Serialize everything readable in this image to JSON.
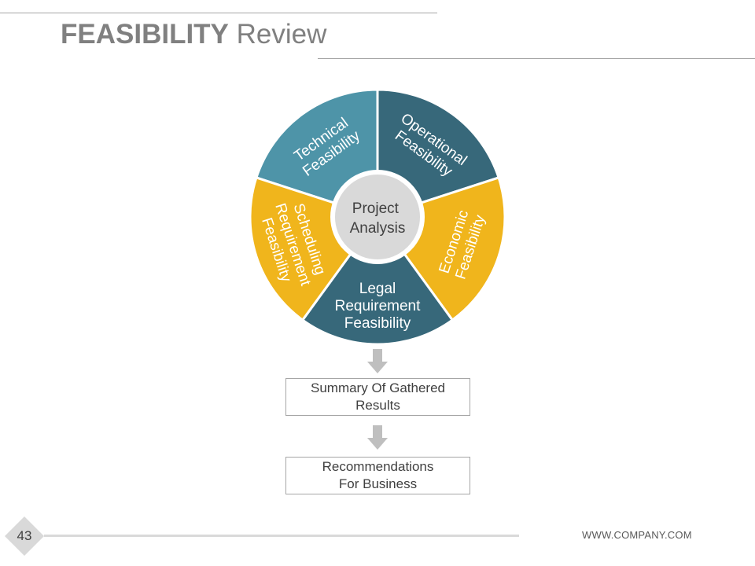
{
  "title": {
    "bold": "FEASIBILITY",
    "light": "Review"
  },
  "colors": {
    "teal_light": "#4e94a8",
    "teal_dark": "#37687a",
    "yellow": "#f0b51c",
    "hub": "#d9d9d9",
    "arrow": "#bfbfbf",
    "rule": "#a6a6a6"
  },
  "wheel": {
    "hub_lines": [
      "Project",
      "Analysis"
    ],
    "segments": [
      {
        "lines": [
          "Technical",
          "Feasibility"
        ],
        "color": "#4e94a8"
      },
      {
        "lines": [
          "Operational",
          "Feasibility"
        ],
        "color": "#37687a"
      },
      {
        "lines": [
          "Economic",
          "Feasibility"
        ],
        "color": "#f0b51c"
      },
      {
        "lines": [
          "Legal",
          "Requirement",
          "Feasibility"
        ],
        "color": "#37687a"
      },
      {
        "lines": [
          "Scheduling",
          "Requirement",
          "Feasibility"
        ],
        "color": "#f0b51c"
      }
    ]
  },
  "flow": {
    "summary_lines": [
      "Summary Of Gathered",
      "Results"
    ],
    "recommend_lines": [
      "Recommendations",
      "For Business"
    ]
  },
  "footer": {
    "page_number": "43",
    "website": "WWW.COMPANY.COM"
  }
}
